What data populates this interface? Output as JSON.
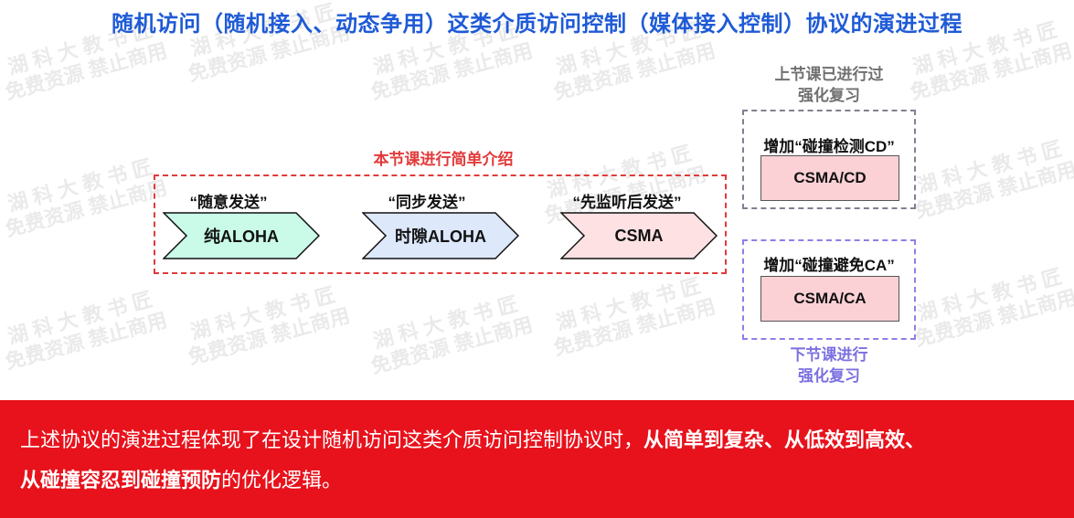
{
  "title": "随机访问（随机接入、动态争用）这类介质访问控制（媒体接入控制）协议的演进过程",
  "intro_section": {
    "caption": "本节课进行简单介绍",
    "stages": [
      {
        "quote": "“随意发送”",
        "label": "纯ALOHA",
        "fill": "#c9fbe8"
      },
      {
        "quote": "“同步发送”",
        "label": "时隙ALOHA",
        "fill": "#dde8fb"
      },
      {
        "quote": "“先监听后发送”",
        "label": "CSMA",
        "fill": "#fde1e3"
      }
    ]
  },
  "cd_section": {
    "caption_line1": "上节课已进行过",
    "caption_line2": "强化复习",
    "heading": "增加“碰撞检测CD”",
    "box": "CSMA/CD"
  },
  "ca_section": {
    "heading": "增加“碰撞避免CA”",
    "box": "CSMA/CA",
    "caption_line1": "下节课进行",
    "caption_line2": "强化复习"
  },
  "summary": {
    "part1": "上述协议的演进过程体现了在设计随机访问这类介质访问控制协议时，",
    "bold1": "从简单到复杂、从低效到高效、",
    "bold2": "从碰撞容忍到碰撞预防",
    "part2": "的优化逻辑。"
  },
  "watermark": {
    "line1": "湖 科 大 教 书 匠",
    "line2": "免费资源 禁止商用"
  },
  "colors": {
    "title": "#1f5bd6",
    "red": "#e23a3a",
    "banner": "#e8121c",
    "purple": "#7b70e0",
    "gray": "#707070",
    "pink_box": "#fbd1d6"
  }
}
